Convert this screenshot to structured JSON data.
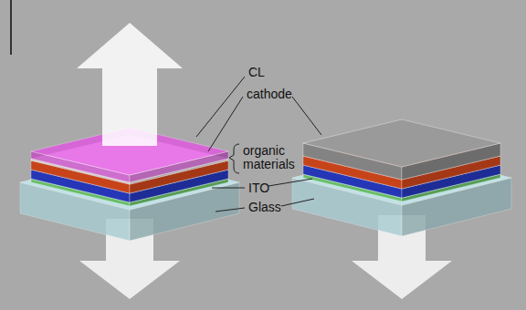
{
  "diagram": {
    "labels": [
      "CL",
      "cathode",
      "organic materials",
      "ITO",
      "Glass"
    ]
  }
}
